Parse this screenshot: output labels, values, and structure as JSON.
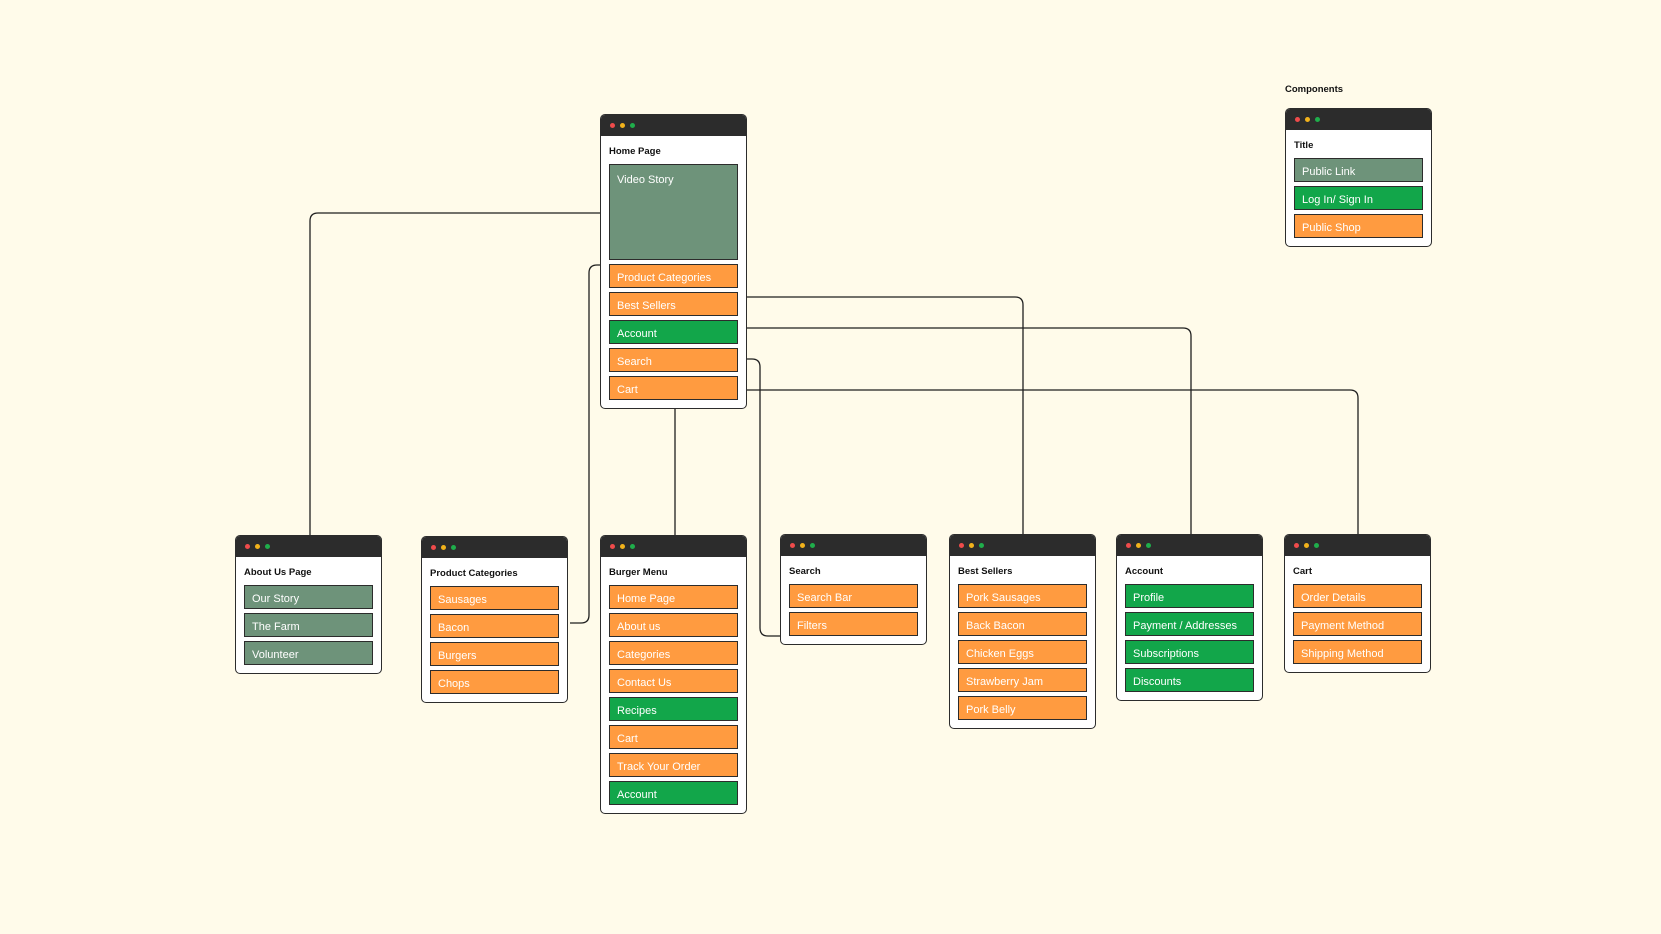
{
  "components_label": "Components",
  "colors": {
    "background": "#FFFBEA",
    "public_shop": "#FF9B40",
    "login": "#12A64A",
    "public_link": "#6E937A",
    "card_header": "#2c2c2c"
  },
  "home": {
    "title": "Home Page",
    "items": [
      "Video Story",
      "Product Categories",
      "Best Sellers",
      "Account",
      "Search",
      "Cart"
    ]
  },
  "legend": {
    "title": "Title",
    "items": [
      "Public Link",
      "Log In/ Sign In",
      "Public Shop"
    ]
  },
  "about": {
    "title": "About Us Page",
    "items": [
      "Our Story",
      "The Farm",
      "Volunteer"
    ]
  },
  "categories": {
    "title": "Product Categories",
    "items": [
      "Sausages",
      "Bacon",
      "Burgers",
      "Chops"
    ]
  },
  "burger": {
    "title": "Burger Menu",
    "items": [
      "Home Page",
      "About us",
      "Categories",
      "Contact Us",
      "Recipes",
      "Cart",
      "Track Your Order",
      "Account"
    ]
  },
  "search": {
    "title": "Search",
    "items": [
      "Search Bar",
      "Filters"
    ]
  },
  "bestsellers": {
    "title": "Best Sellers",
    "items": [
      "Pork Sausages",
      "Back Bacon",
      "Chicken Eggs",
      "Strawberry Jam",
      "Pork Belly"
    ]
  },
  "account": {
    "title": "Account",
    "items": [
      "Profile",
      "Payment / Addresses",
      "Subscriptions",
      "Discounts"
    ]
  },
  "cart": {
    "title": "Cart",
    "items": [
      "Order Details",
      "Payment Method",
      "Shipping Method"
    ]
  }
}
